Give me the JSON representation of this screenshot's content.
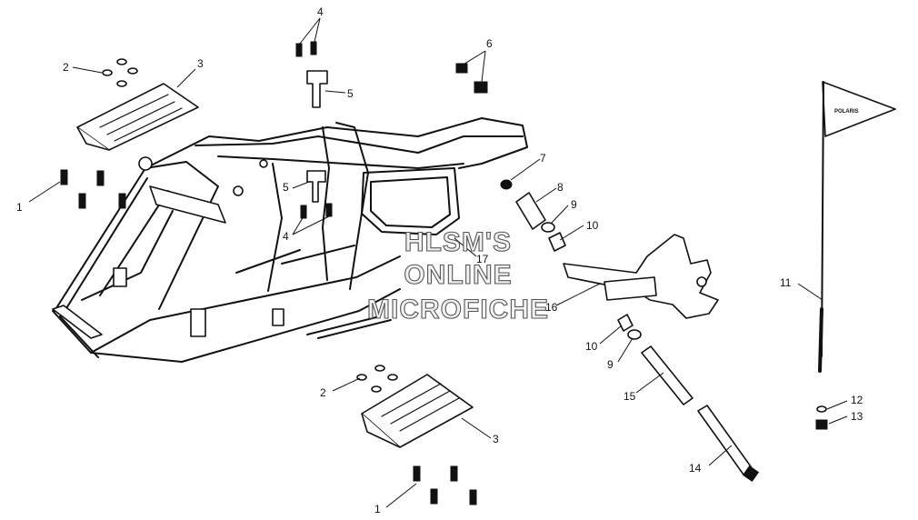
{
  "diagram": {
    "callouts": [
      "1",
      "2",
      "3",
      "4",
      "5",
      "6",
      "7",
      "8",
      "9",
      "10",
      "11",
      "12",
      "13",
      "14",
      "15",
      "16",
      "17"
    ],
    "watermark": [
      "HLSM'S",
      "ONLINE",
      "MICROFICHE"
    ],
    "flag_text": "POLARIS"
  }
}
